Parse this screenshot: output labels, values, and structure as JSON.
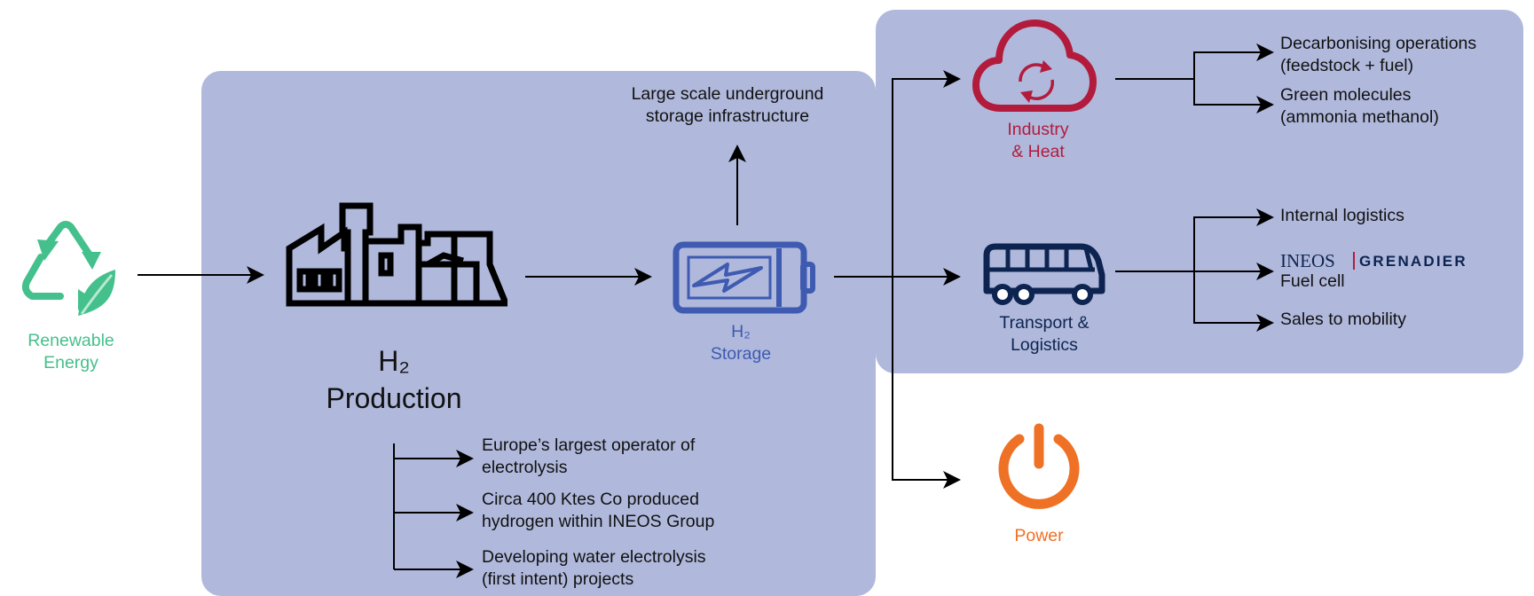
{
  "colors": {
    "panel": "#b0b9dc",
    "renewable": "#44c08c",
    "storage": "#3e5bb1",
    "industry": "#b31b3c",
    "transport": "#0d2450",
    "power": "#ef7125",
    "arrow": "#000000"
  },
  "renewable": {
    "icon": "recycle-leaf-icon",
    "label": "Renewable\nEnergy"
  },
  "production": {
    "icon": "factory-icon",
    "label_line1": "H₂",
    "label_line2": "Production",
    "facts": [
      "Europe’s largest operator of\nelectrolysis",
      "Circa 400 Ktes Co produced\nhydrogen within INEOS Group",
      "Developing water electrolysis\n(first intent) projects"
    ]
  },
  "storage": {
    "icon": "battery-icon",
    "label": "H₂\nStorage",
    "note": "Large scale underground\nstorage infrastructure"
  },
  "industry": {
    "icon": "cloud-refresh-icon",
    "label": "Industry\n& Heat",
    "outputs": [
      "Decarbonising operations\n(feedstock + fuel)",
      "Green molecules\n(ammonia methanol)"
    ]
  },
  "transport": {
    "icon": "bus-icon",
    "label": "Transport &\nLogistics",
    "outputs": [
      "Internal logistics",
      "Fuel cell",
      "Sales to mobility"
    ],
    "logo_text": "INEOS GRENADIER"
  },
  "power": {
    "icon": "power-icon",
    "label": "Power"
  }
}
